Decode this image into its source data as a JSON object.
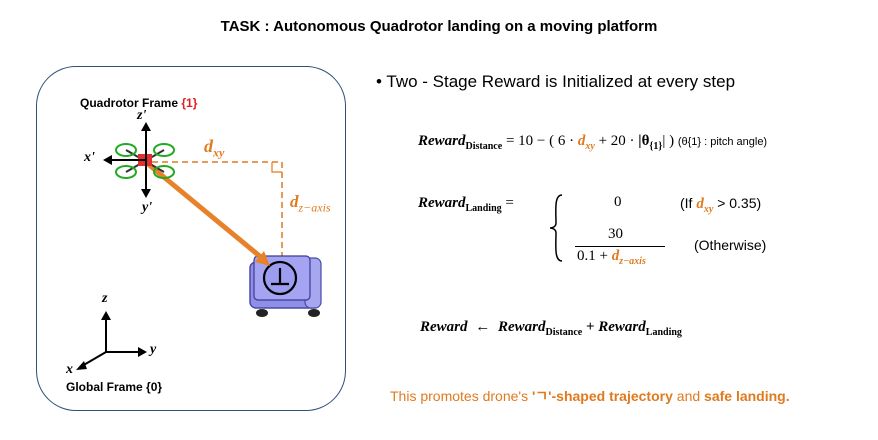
{
  "title": "TASK : Autonomous Quadrotor landing on a moving platform",
  "diagram": {
    "quad_frame": {
      "label": "Quadrotor Frame ",
      "id": "{1}"
    },
    "quad_axes": {
      "z": "z'",
      "x": "x'",
      "y": "y'"
    },
    "dxy": {
      "main": "d",
      "sub": "xy"
    },
    "dz": {
      "main": "d",
      "sub": "z−axis"
    },
    "global_frame": "Global Frame {0}",
    "global_axes": {
      "z": "z",
      "x": "x",
      "y": "y"
    },
    "colors": {
      "orange": "#e07a1f",
      "arrow": "#e8822a",
      "platform": "#8f8fe8",
      "panel_border": "#2f4f7a",
      "red": "#e02020"
    }
  },
  "bullet": "Two - Stage Reward is Initialized at every step",
  "eq1": {
    "lhs": "Reward",
    "lhs_sub": "Distance",
    "equals": "=",
    "rhs_a": "10 − ( 6 ·",
    "dxy_main": "d",
    "dxy_sub": "xy",
    "rhs_b": "+ 20 ·",
    "theta": "|θ",
    "theta_sub": "{1}",
    "theta_close": "| )",
    "note": "(θ{1} : pitch angle)"
  },
  "eq2": {
    "lhs": "Reward",
    "lhs_sub": "Landing",
    "equals": "=",
    "case1_val": "0",
    "case1_cond_a": "(If",
    "case1_cond_d": "d",
    "case1_cond_sub": "xy",
    "case1_cond_b": "> 0.35)",
    "case2_num": "30",
    "case2_den_a": "0.1 +",
    "case2_den_d": "d",
    "case2_den_sub": "z−axis",
    "case2_cond": "(Otherwise)"
  },
  "eq3": {
    "lhs": "Reward",
    "arrow": "←",
    "t1": "Reward",
    "t1_sub": "Distance",
    "plus": "+",
    "t2": "Reward",
    "t2_sub": "Landing"
  },
  "note": {
    "a": "This promotes drone's ",
    "b": "'ㄱ'-shaped trajectory",
    "c": " and ",
    "d": "safe landing."
  }
}
